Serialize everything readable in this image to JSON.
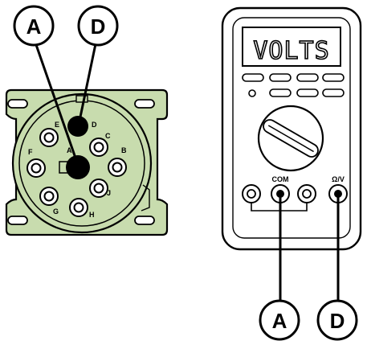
{
  "callouts": {
    "connector_top_left": "A",
    "connector_top_right": "D",
    "meter_bottom_left": "A",
    "meter_bottom_right": "D"
  },
  "connector": {
    "body_color": "#c8dcae",
    "pins": {
      "a": "A",
      "b": "B",
      "c": "C",
      "d": "D",
      "e": "E",
      "f": "F",
      "g": "G",
      "h": "H",
      "j": "J"
    }
  },
  "multimeter": {
    "display_text": "VOLTS",
    "com_label": "COM",
    "ohm_volt_label": "Ω/V"
  }
}
